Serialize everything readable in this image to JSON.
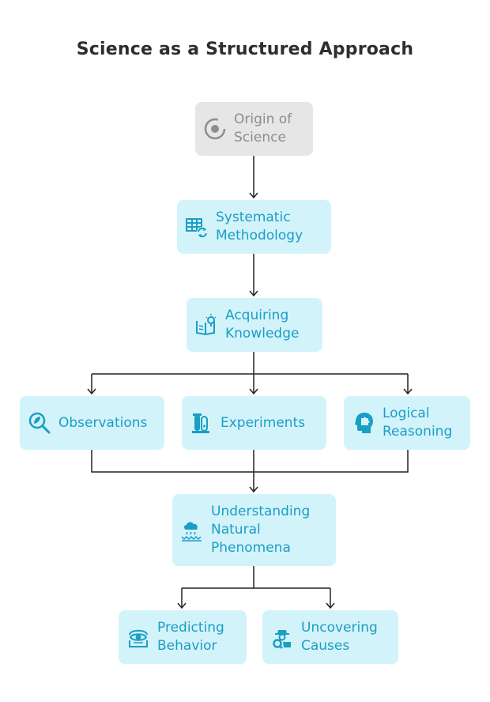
{
  "title": "Science as a Structured Approach",
  "colors": {
    "node_fill": "#d3f3fb",
    "node_text": "#1a9ec4",
    "root_fill": "#e6e6e6",
    "root_text": "#8d8d8d",
    "edge": "#222222"
  },
  "nodes": {
    "origin": {
      "label": "Origin of\nScience",
      "icon": "target-icon"
    },
    "methodology": {
      "label": "Systematic\nMethodology",
      "icon": "table-refresh-icon"
    },
    "knowledge": {
      "label": "Acquiring\nKnowledge",
      "icon": "book-lightbulb-icon"
    },
    "observations": {
      "label": "Observations",
      "icon": "magnifier-leaf-icon"
    },
    "experiments": {
      "label": "Experiments",
      "icon": "test-tubes-icon"
    },
    "reasoning": {
      "label": "Logical\nReasoning",
      "icon": "head-puzzle-icon"
    },
    "phenomena": {
      "label": "Understanding\nNatural\nPhenomena",
      "icon": "rain-cloud-icon"
    },
    "predicting": {
      "label": "Predicting\nBehavior",
      "icon": "eye-scan-icon"
    },
    "causes": {
      "label": "Uncovering\nCauses",
      "icon": "detective-icon"
    }
  }
}
